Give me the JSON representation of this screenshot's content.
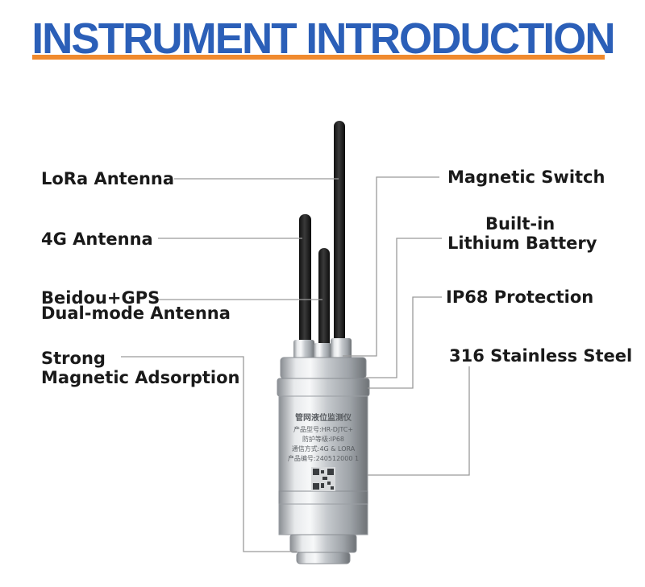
{
  "title": "INSTRUMENT INTRODUCTION",
  "colors": {
    "title": "#2b5fb8",
    "underline": "#f08a2e",
    "leader_line": "#9a9a9a",
    "steel": "#c8ccd0"
  },
  "labels_left": {
    "lora": "LoRa Antenna",
    "g4": "4G Antenna",
    "gps_line1": "Beidou+GPS",
    "gps_line2": "Dual-mode Antenna",
    "magnet_line1": "Strong",
    "magnet_line2": "Magnetic Adsorption"
  },
  "labels_right": {
    "switch": "Magnetic Switch",
    "battery_line1": "Built-in",
    "battery_line2": "Lithium Battery",
    "ip68": "IP68 Protection",
    "steel": "316 Stainless Steel"
  },
  "device_text": {
    "line1": "管网液位监测仪",
    "line2": "产品型号:HR-DJTC+",
    "line3": "防护等级:IP68",
    "line4": "通信方式:4G & LORA",
    "line5": "产品编号:240512000 1"
  }
}
